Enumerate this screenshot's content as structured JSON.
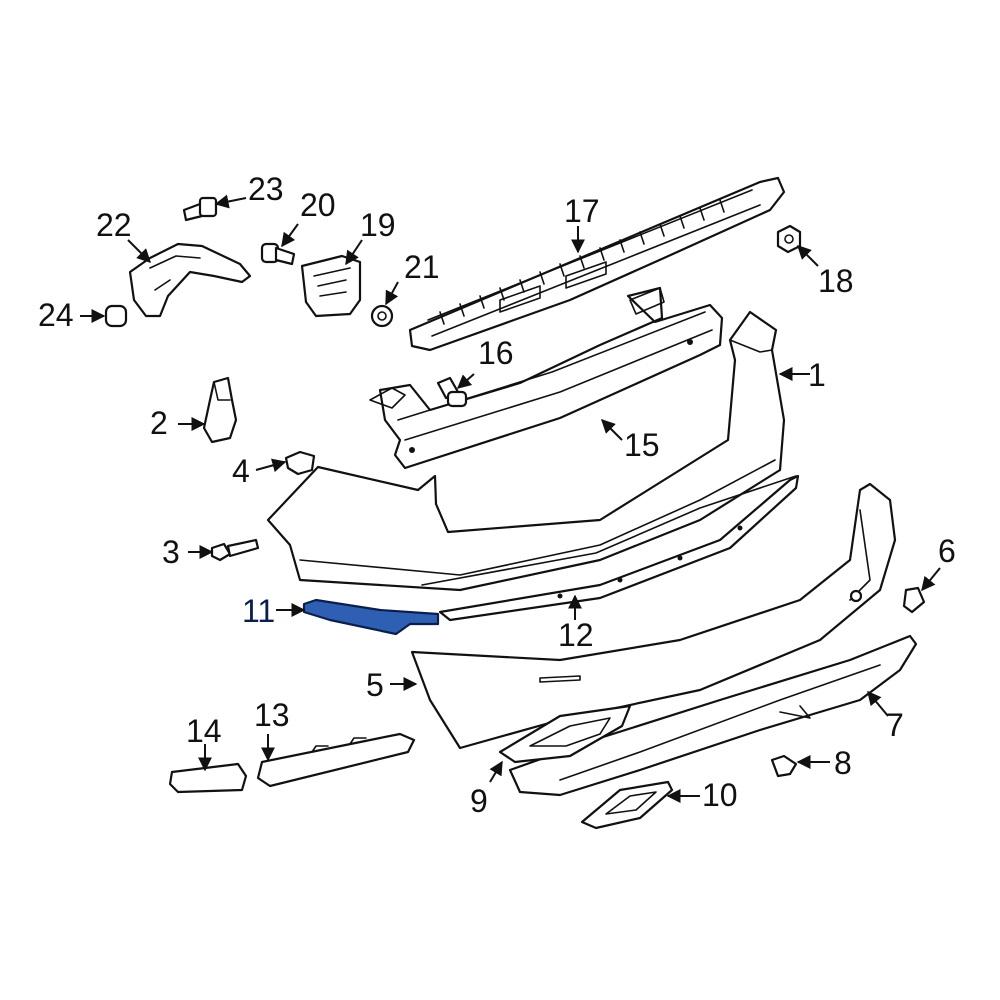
{
  "diagram": {
    "highlight_color": "#2f5fb3",
    "selected_part": "11",
    "callouts": [
      "1",
      "2",
      "3",
      "4",
      "5",
      "6",
      "7",
      "8",
      "9",
      "10",
      "11",
      "12",
      "13",
      "14",
      "15",
      "16",
      "17",
      "18",
      "19",
      "20",
      "21",
      "22",
      "23",
      "24"
    ]
  }
}
